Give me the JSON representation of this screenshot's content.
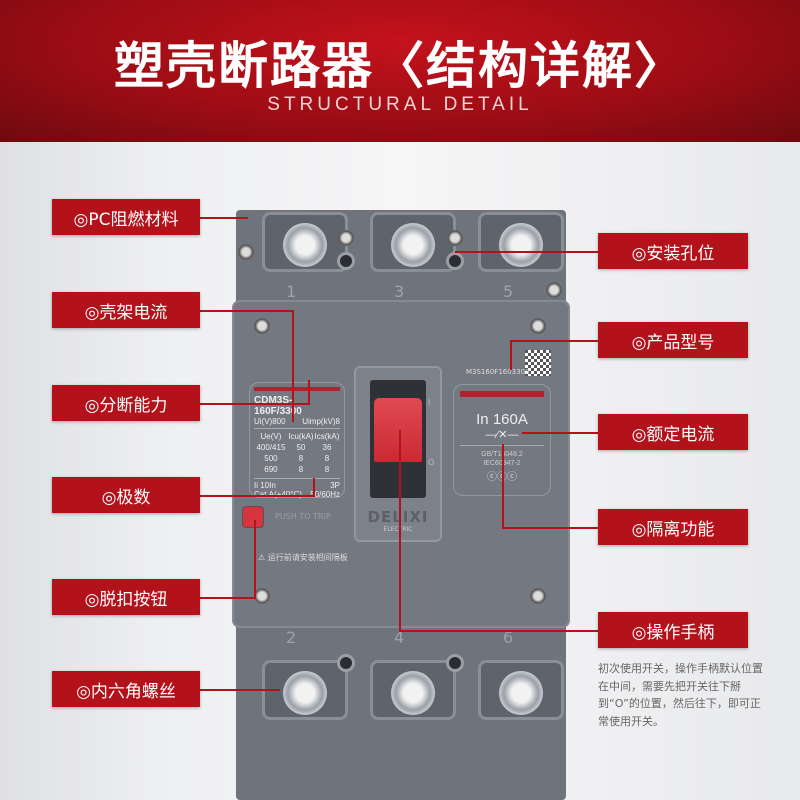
{
  "header": {
    "title": "塑壳断路器〈结构详解〉",
    "subtitle": "STRUCTURAL DETAIL"
  },
  "left_labels": [
    "◎PC阻燃材料",
    "◎壳架电流",
    "◎分断能力",
    "◎极数",
    "◎脱扣按钮",
    "◎内六角螺丝"
  ],
  "right_labels": [
    "◎安装孔位",
    "◎产品型号",
    "◎额定电流",
    "◎隔离功能",
    "◎操作手柄"
  ],
  "note": "初次使用开关，操作手柄默认位置在中间，需要先把开关往下掰到“O”的位置，然后往下，即可正常使用开关。",
  "breaker": {
    "top_numbers": [
      "1",
      "3",
      "5"
    ],
    "bottom_numbers": [
      "2",
      "4",
      "6"
    ],
    "model": "CDM3S-160F/3300",
    "rows": [
      [
        "Ui(V)800",
        "Uimp(kV)8"
      ],
      [
        "Ue(V)",
        "Icu(kA)",
        "Ics(kA)"
      ],
      [
        "400/415",
        "50",
        "36"
      ],
      [
        "500",
        "8",
        "8"
      ],
      [
        "690",
        "8",
        "8"
      ],
      [
        "Ii 10In",
        "",
        "3P"
      ],
      [
        "Cat.A(+40°C)",
        "",
        "50/60Hz"
      ]
    ],
    "serial": "M3S160F1603300",
    "rating": "In 160A",
    "standards": [
      "GB/T14048.2",
      "IEC60947-2"
    ],
    "push_to_trip": "PUSH TO TRIP",
    "warning": "运行前请安装相间隔板",
    "brand": "DELIXI",
    "brand_sub": "ELECTRIC",
    "handle_marks": [
      "I",
      "O"
    ]
  },
  "colors": {
    "accent": "#b3121b",
    "body": "#747881",
    "handle": "#d8343f"
  }
}
